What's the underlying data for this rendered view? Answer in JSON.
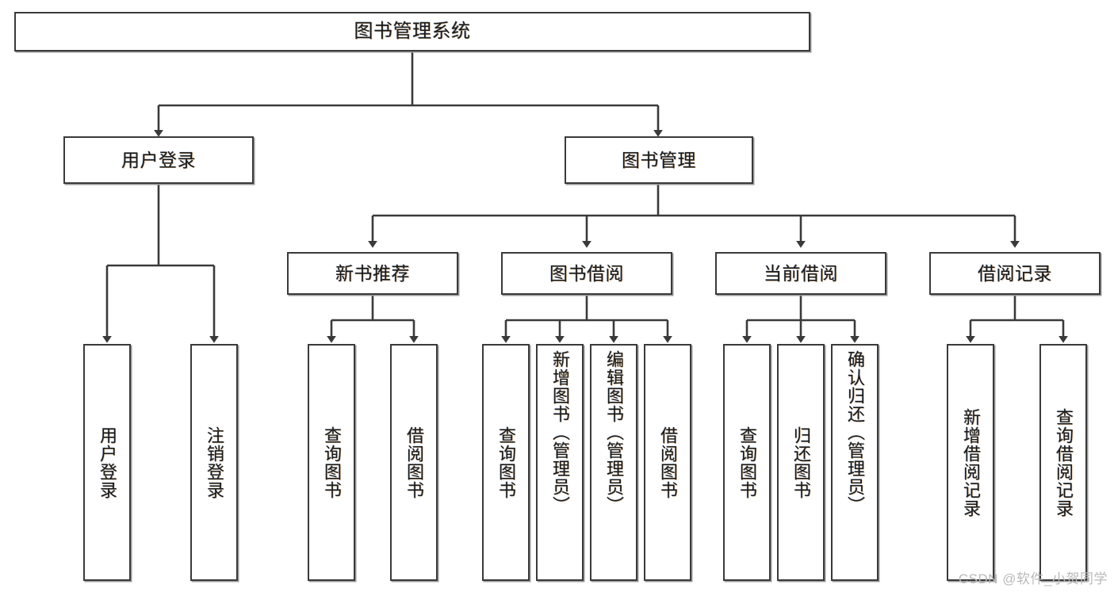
{
  "diagram": {
    "title": "图书管理系统",
    "type": "tree-hierarchy-chart",
    "watermark": "CSDN @软件_小贺同学",
    "colors": {
      "node_border": "#3a3a3a",
      "node_fill": "#ffffff",
      "edge": "#3a3a3a",
      "text": "#1a1a1a",
      "watermark": "#b9b9b9",
      "shadow": "#9a9a9a"
    },
    "nodes": {
      "root": {
        "label": "图书管理系统"
      },
      "level2": [
        {
          "label": "用户登录"
        },
        {
          "label": "图书管理"
        }
      ],
      "level3": [
        {
          "label": "新书推荐"
        },
        {
          "label": "图书借阅"
        },
        {
          "label": "当前借阅"
        },
        {
          "label": "借阅记录"
        }
      ],
      "leaves": {
        "user_login": [
          {
            "label": "用户登录"
          },
          {
            "label": "注销登录"
          }
        ],
        "new_book": [
          {
            "label": "查询图书"
          },
          {
            "label": "借阅图书"
          }
        ],
        "book_borrow": [
          {
            "label": "查询图书"
          },
          {
            "label": "新增图书（管理员）"
          },
          {
            "label": "编辑图书（管理员）"
          },
          {
            "label": "借阅图书"
          }
        ],
        "current_borrow": [
          {
            "label": "查询图书"
          },
          {
            "label": "归还图书"
          },
          {
            "label": "确认归还（管理员）"
          }
        ],
        "borrow_record": [
          {
            "label": "新增借阅记录"
          },
          {
            "label": "查询借阅记录"
          }
        ]
      }
    }
  }
}
